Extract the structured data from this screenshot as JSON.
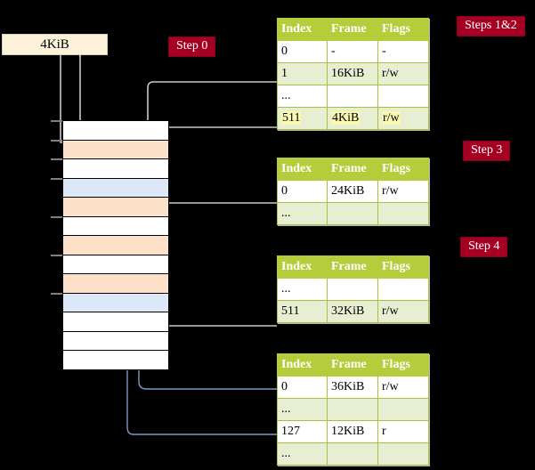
{
  "diagram": {
    "title_absent": true,
    "background": "#000000",
    "accent_green": "#b5cc3b",
    "accent_red": "#a50021",
    "row_orange": "#fde0c8",
    "row_blue": "#dce8f7",
    "frame_fill": "#fdf3da",
    "highlight": "#fbf8b0"
  },
  "frame_box": {
    "label": "4KiB"
  },
  "badges": [
    {
      "name": "step-0",
      "label": "Step 0"
    },
    {
      "name": "steps-1-2",
      "label": "Steps 1&2"
    },
    {
      "name": "step-3",
      "label": "Step 3"
    },
    {
      "name": "step-4",
      "label": "Step 4"
    }
  ],
  "memory_column": {
    "rows": [
      {
        "fill": "white"
      },
      {
        "fill": "orange"
      },
      {
        "fill": "white"
      },
      {
        "fill": "blue"
      },
      {
        "fill": "orange"
      },
      {
        "fill": "white"
      },
      {
        "fill": "orange"
      },
      {
        "fill": "white"
      },
      {
        "fill": "orange"
      },
      {
        "fill": "blue"
      },
      {
        "fill": "white"
      },
      {
        "fill": "white"
      },
      {
        "fill": "white"
      }
    ]
  },
  "tables": [
    {
      "name": "page-table-steps-1-2",
      "headers": [
        "Index",
        "Frame",
        "Flags"
      ],
      "rows": [
        {
          "style": "plain",
          "cells": [
            "0",
            "-",
            "-"
          ],
          "highlight": [
            false,
            false,
            false
          ]
        },
        {
          "style": "alt",
          "cells": [
            "1",
            "16KiB",
            "r/w"
          ],
          "highlight": [
            false,
            false,
            false
          ]
        },
        {
          "style": "plain",
          "cells": [
            "...",
            "",
            ""
          ],
          "highlight": [
            false,
            false,
            false
          ]
        },
        {
          "style": "alt",
          "cells": [
            "511",
            "4KiB",
            "r/w"
          ],
          "highlight": [
            true,
            true,
            true
          ]
        }
      ]
    },
    {
      "name": "page-table-step-3",
      "headers": [
        "Index",
        "Frame",
        "Flags"
      ],
      "rows": [
        {
          "style": "plain",
          "cells": [
            "0",
            "24KiB",
            "r/w"
          ],
          "highlight": [
            false,
            false,
            false
          ]
        },
        {
          "style": "alt",
          "cells": [
            "...",
            "",
            ""
          ],
          "highlight": [
            false,
            false,
            false
          ]
        }
      ]
    },
    {
      "name": "page-table-step-4",
      "headers": [
        "Index",
        "Frame",
        "Flags"
      ],
      "rows": [
        {
          "style": "plain",
          "cells": [
            "...",
            "",
            ""
          ],
          "highlight": [
            false,
            false,
            false
          ]
        },
        {
          "style": "alt",
          "cells": [
            "511",
            "32KiB",
            "r/w"
          ],
          "highlight": [
            false,
            false,
            false
          ]
        }
      ]
    },
    {
      "name": "page-table-bottom",
      "headers": [
        "Index",
        "Frame",
        "Flags"
      ],
      "rows": [
        {
          "style": "plain",
          "cells": [
            "0",
            "36KiB",
            "r/w"
          ],
          "highlight": [
            false,
            false,
            false
          ]
        },
        {
          "style": "alt",
          "cells": [
            "...",
            "",
            ""
          ],
          "highlight": [
            false,
            false,
            false
          ]
        },
        {
          "style": "plain",
          "cells": [
            "127",
            "12KiB",
            "r"
          ],
          "highlight": [
            false,
            false,
            false
          ]
        },
        {
          "style": "alt",
          "cells": [
            "...",
            "",
            ""
          ],
          "highlight": [
            false,
            false,
            false
          ]
        }
      ]
    }
  ]
}
